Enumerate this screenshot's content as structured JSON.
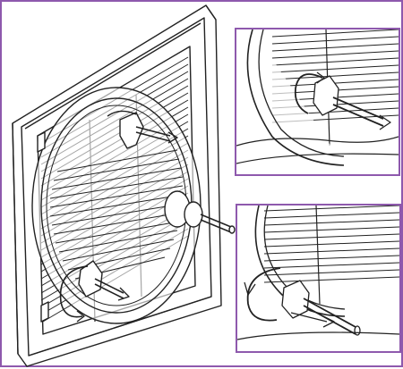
{
  "figure": {
    "accent_color": "#8e59ad",
    "line_color": "#222222",
    "panels": [
      "main-illustration",
      "inset-top-detail",
      "inset-bottom-detail"
    ]
  }
}
